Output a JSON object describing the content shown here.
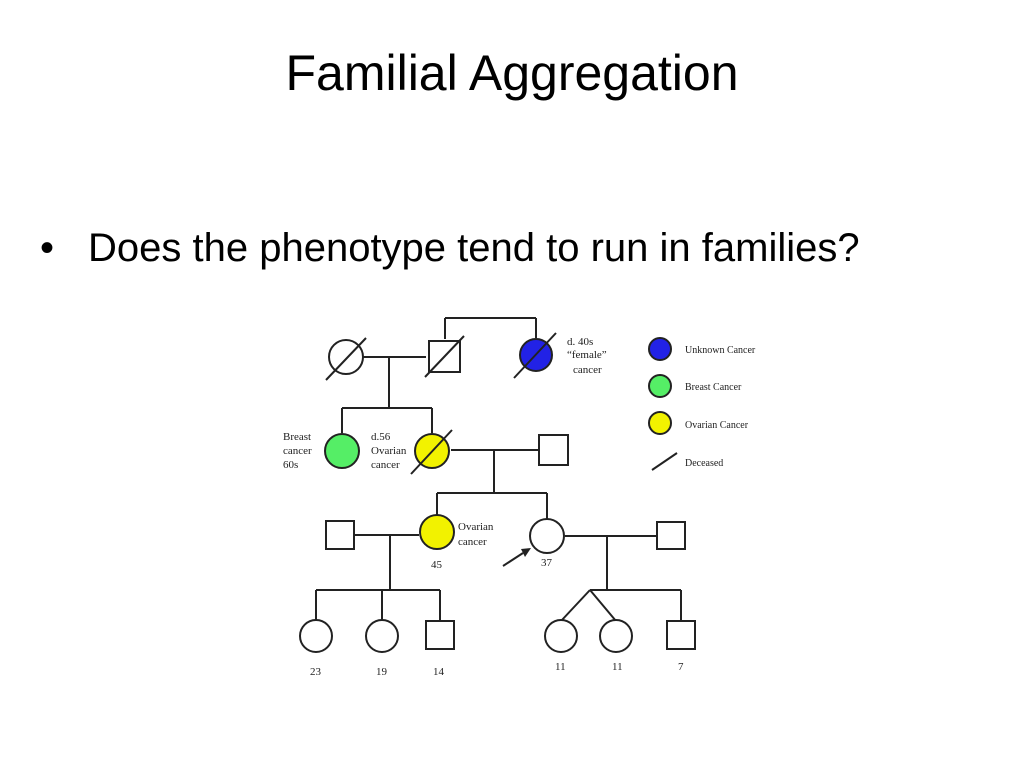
{
  "slide": {
    "title": "Familial Aggregation",
    "bullet_glyph": "•",
    "bullet": "Does the phenotype tend to run in families?"
  },
  "colors": {
    "unknown_cancer": "#2222e6",
    "breast_cancer": "#55ee66",
    "ovarian_cancer": "#f2f200",
    "line": "#222222"
  },
  "pedigree": {
    "labels": {
      "grandma": [
        "d. 40s",
        "“female”",
        "cancer"
      ],
      "aunt": [
        "Breast",
        "cancer",
        "60s"
      ],
      "mother": [
        "d.56",
        "Ovarian",
        "cancer"
      ],
      "sister": [
        "Ovarian",
        "cancer"
      ]
    },
    "ages": {
      "sister": "45",
      "proband": "37",
      "niece1": "23",
      "niece2": "19",
      "nephew": "14",
      "twin1": "11",
      "twin2": "11",
      "son": "7"
    }
  },
  "legend": [
    {
      "label": "Unknown Cancer",
      "symbol": "unknown-circle-icon"
    },
    {
      "label": "Breast Cancer",
      "symbol": "breast-circle-icon"
    },
    {
      "label": "Ovarian Cancer",
      "symbol": "ovarian-circle-icon"
    },
    {
      "label": "Deceased",
      "symbol": "deceased-slash-icon"
    }
  ]
}
